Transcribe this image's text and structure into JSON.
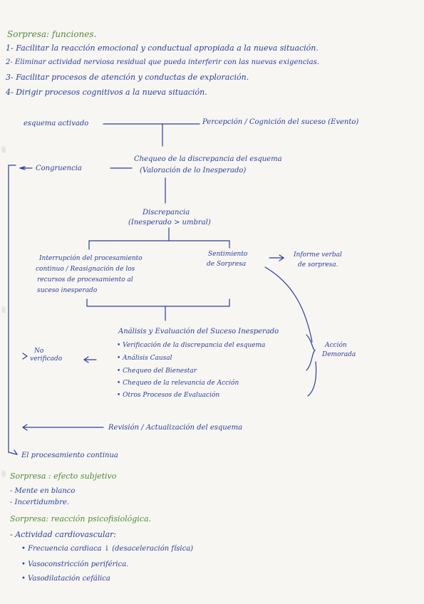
{
  "colors": {
    "ink": "#2b3d9a",
    "heading": "#4f8a3a",
    "paper": "#f7f6f2"
  },
  "functions": {
    "title": "Sorpresa: funciones.",
    "items": [
      "1- Facilitar la reacción emocional y conductual apropiada a la nueva situación.",
      "2- Eliminar actividad nerviosa residual que pueda interferir con las nuevas exigencias.",
      "3- Facilitar procesos de atención y conductas de exploración.",
      "4- Dirigir procesos cognitivos a la nueva situación."
    ]
  },
  "diagram": {
    "schema": "esquema activado",
    "perception": "Percepción / Cognición del suceso (Evento)",
    "congruence": "Congruencia",
    "check_line1": "Chequeo de la discrepancia del esquema",
    "check_line2": "(Valoración de lo Inesperado)",
    "discrepancy_line1": "Discrepancia",
    "discrepancy_line2": "(Inesperado > umbral)",
    "interrupt": [
      "Interrupción del procesamiento",
      "continuo / Reasignación de los",
      "recursos de procesamiento al",
      "suceso inesperado"
    ],
    "feeling_line1": "Sentimiento",
    "feeling_line2": "de Sorpresa",
    "report_line1": "Informe verbal",
    "report_line2": "de sorpresa.",
    "delayed_line1": "Acción",
    "delayed_line2": "Demorada",
    "analysis_title": "Análisis y Evaluación del Suceso Inesperado",
    "analysis_items": [
      "• Verificación de la discrepancia del esquema",
      "• Análisis Causal",
      "• Chequeo del Bienestar",
      "• Chequeo de la relevancia de Acción",
      "• Otros Procesos de Evaluación"
    ],
    "not_verified_line1": "No",
    "not_verified_line2": "verificado",
    "revision": "Revisión / Actualización del esquema",
    "continues": "El procesamiento continua"
  },
  "subjective": {
    "title": "Sorpresa : efecto subjetivo",
    "items": [
      "- Mente en blanco",
      "- Incertidumbre."
    ]
  },
  "psycho": {
    "title": "Sorpresa: reacción psicofisiológica.",
    "lead": "- Actividad cardiovascular:",
    "items": [
      "• Frecuencia cardiaca ↓ (desaceleración física)",
      "• Vasoconstricción periférica.",
      "• Vasodilatación cefálica"
    ]
  }
}
